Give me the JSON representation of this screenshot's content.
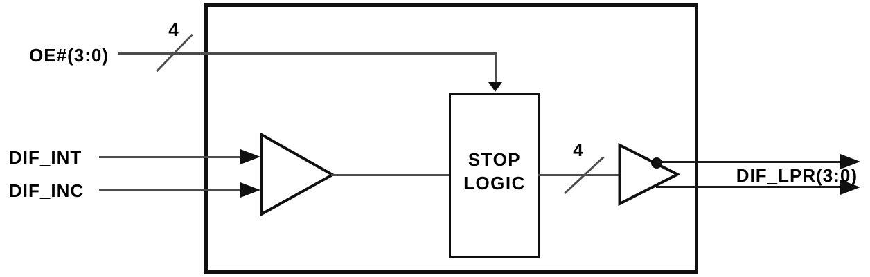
{
  "diagram": {
    "type": "logic-block-diagram",
    "inputs": {
      "oe": {
        "label": "OE#(3:0)",
        "bus_width": "4"
      },
      "dif_int": {
        "label": "DIF_INT"
      },
      "dif_inc": {
        "label": "DIF_INC"
      }
    },
    "blocks": {
      "stop_logic": {
        "label": "STOP LOGIC",
        "line1": "STOP",
        "line2": "LOGIC"
      }
    },
    "outputs": {
      "dif_lpr": {
        "label": "DIF_LPR(3:0)",
        "bus_width": "4"
      }
    },
    "colors": {
      "background": "#ffffff",
      "outline": "#101010",
      "wire": "#4c4c4c",
      "text": "#000000"
    }
  }
}
